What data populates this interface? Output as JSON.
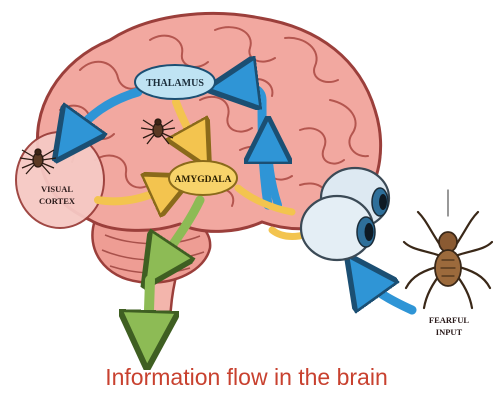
{
  "labels": {
    "thalamus": "THALAMUS",
    "amygdala": "AMYGDALA",
    "visual_line1": "VISUAL",
    "visual_line2": "CORTEX",
    "fearful_line1": "FEARFUL",
    "fearful_line2": "INPUT"
  },
  "caption": "Information flow in the brain",
  "colors": {
    "brain_fill": "#f2a8a0",
    "brain_stroke": "#9b3f3b",
    "thalamus_fill": "#bfe3f3",
    "amygdala_fill": "#f7d36a",
    "arrow_blue": "#2f95d6",
    "arrow_yellow": "#f3c44f",
    "arrow_green": "#8dbb55",
    "caption": "#c8412f"
  }
}
